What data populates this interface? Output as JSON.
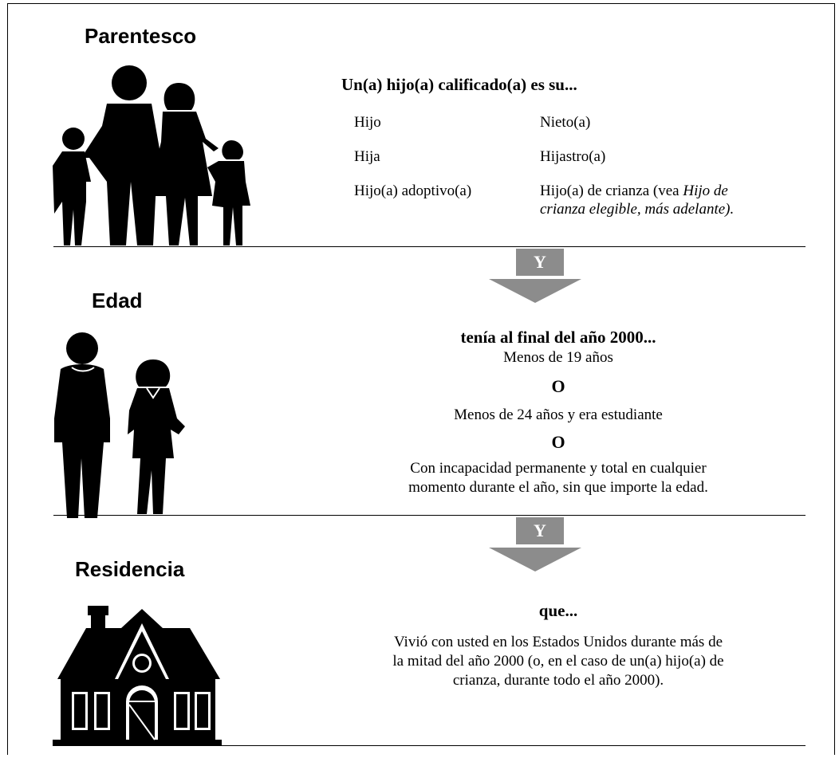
{
  "sections": {
    "parentesco": {
      "title": "Parentesco",
      "heading": "Un(a) hijo(a) calificado(a) es su...",
      "items": [
        [
          "Hijo",
          "Nieto(a)"
        ],
        [
          "Hija",
          "Hijastro(a)"
        ],
        [
          "Hijo(a) adoptivo(a)",
          ""
        ]
      ],
      "foster": {
        "prefix": "Hijo(a) de crianza (vea ",
        "italic1": "Hijo de",
        "italic2": "crianza elegible, más adelante)."
      }
    },
    "edad": {
      "title": "Edad",
      "heading": "tenía al final del año 2000...",
      "cond1": "Menos de 19 años",
      "or1": "O",
      "cond2": "Menos de 24 años y era estudiante",
      "or2": "O",
      "cond3_line1": "Con incapacidad permanente y total en cualquier",
      "cond3_line2": "momento durante el año, sin que importe la edad."
    },
    "residencia": {
      "title": "Residencia",
      "heading": "que...",
      "line1": "Vivió con usted en los Estados Unidos durante más de",
      "line2": "la mitad del año 2000 (o, en el caso de un(a) hijo(a) de",
      "line3": "crianza, durante todo el año 2000)."
    }
  },
  "connectors": {
    "and_1": "Y",
    "and_2": "Y"
  },
  "colors": {
    "arrow": "#8c8c8c",
    "text": "#000000"
  },
  "icons": [
    "family-icon",
    "two-children-icon",
    "house-icon"
  ]
}
